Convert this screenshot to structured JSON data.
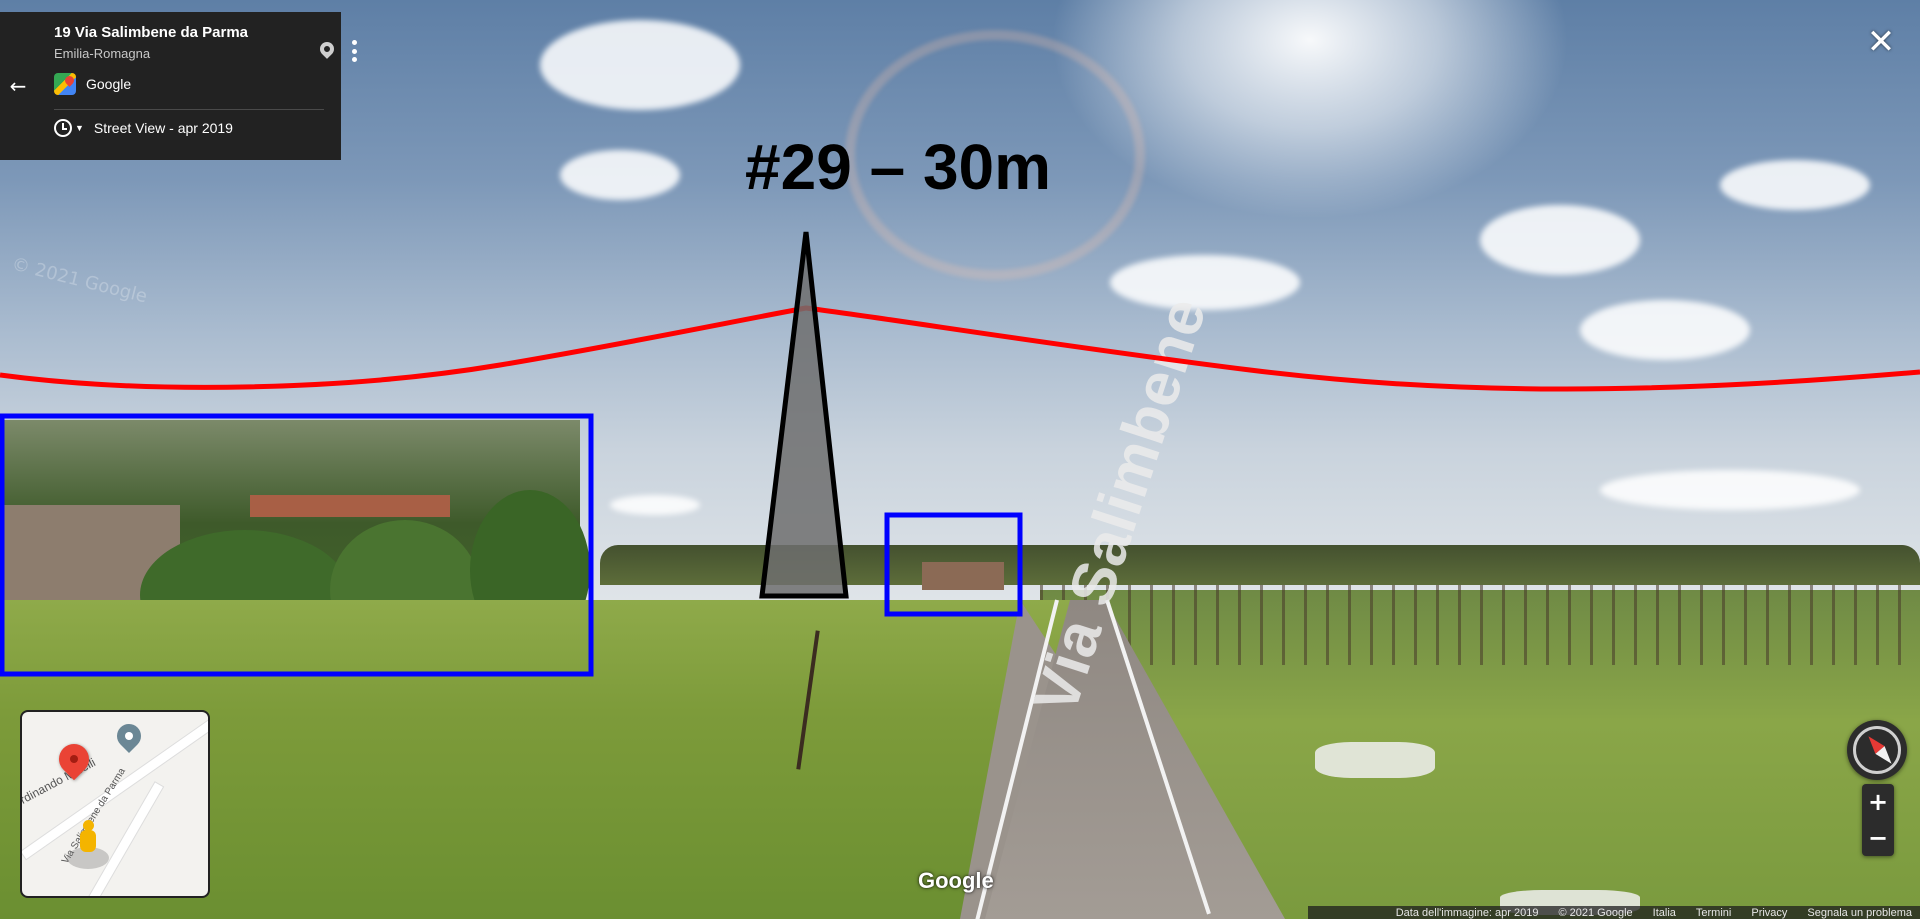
{
  "annotation": {
    "title": "#29 – 30m",
    "colors": {
      "horizon_line": "#ff0000",
      "boxes": "#0000ff",
      "spike": "#000000",
      "spike_fill": "#6f6f6f"
    }
  },
  "info_card": {
    "place_title": "19 Via Salimbene da Parma",
    "region": "Emilia-Romagna",
    "provider": "Google",
    "history_label": "Street View - apr 2019",
    "icons": {
      "back": "back-arrow-icon",
      "pin": "location-pin-icon",
      "more": "more-vert-icon",
      "history": "history-clock-icon"
    }
  },
  "scene": {
    "road_text": "Via Salimbene",
    "watermark": "© 2021 Google",
    "logo": "Google"
  },
  "mini_map": {
    "street_1": "rdinando Miselli",
    "street_2": "Via Salimbene da Parma"
  },
  "controls": {
    "close_label": "✕",
    "zoom_in_label": "+",
    "zoom_out_label": "−"
  },
  "attribution": {
    "image_date": "Data dell'immagine: apr 2019",
    "copyright": "© 2021 Google",
    "country": "Italia",
    "terms": "Termini",
    "privacy": "Privacy",
    "report": "Segnala un problema"
  }
}
